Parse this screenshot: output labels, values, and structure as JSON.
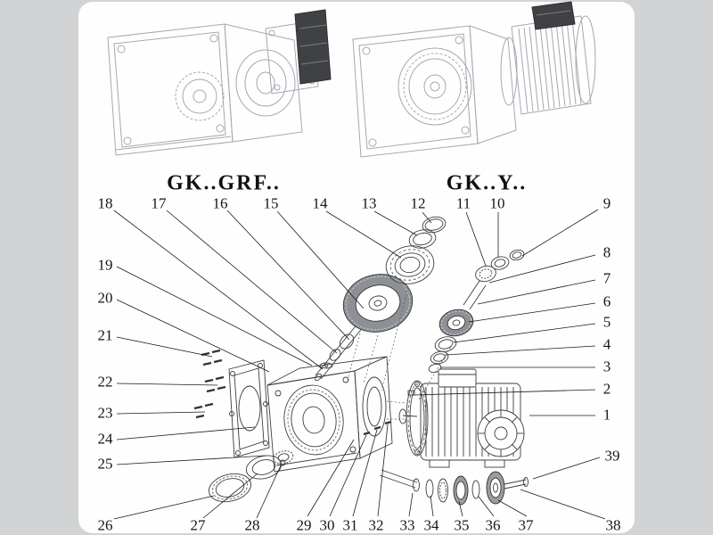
{
  "colors": {
    "background": "#d2d3d4",
    "paper": "#fefefe",
    "line_art": "#a3a9b0",
    "exploded_line": "#3d3d3d"
  },
  "variants": {
    "left_label": "GK..GRF..",
    "right_label": "GK..Y.."
  },
  "callouts": {
    "n1": "1",
    "n2": "2",
    "n3": "3",
    "n4": "4",
    "n5": "5",
    "n6": "6",
    "n7": "7",
    "n8": "8",
    "n9": "9",
    "n10": "10",
    "n11": "11",
    "n12": "12",
    "n13": "13",
    "n14": "14",
    "n15": "15",
    "n16": "16",
    "n17": "17",
    "n18": "18",
    "n19": "19",
    "n20": "20",
    "n21": "21",
    "n22": "22",
    "n23": "23",
    "n24": "24",
    "n25": "25",
    "n26": "26",
    "n27": "27",
    "n28": "28",
    "n29": "29",
    "n30": "30",
    "n31": "31",
    "n32": "32",
    "n33": "33",
    "n34": "34",
    "n35": "35",
    "n36": "36",
    "n37": "37",
    "n38": "38",
    "n39": "39"
  }
}
